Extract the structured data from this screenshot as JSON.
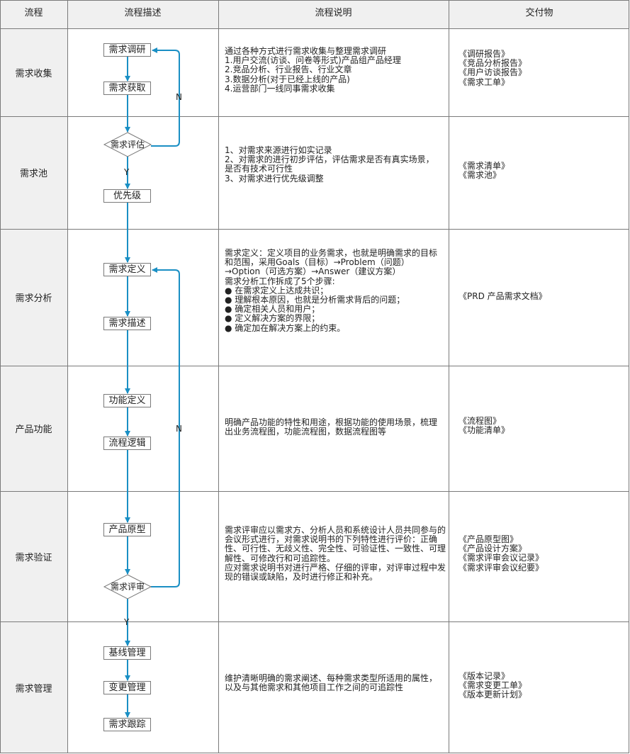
{
  "headers": {
    "col1": "流程",
    "col2": "流程描述",
    "col3": "流程说明",
    "col4": "交付物"
  },
  "stages": [
    {
      "name": "需求收集",
      "description": "通过各种方式进行需求收集与整理需求调研\n1.用户交流(访谈、问卷等形式)产品组产品经理\n2.竞品分析、行业报告、行业文章\n3.数据分析(对于已经上线的产品)\n4.运营部门一线同事需求收集",
      "deliverables": "《调研报告》\n《竞品分析报告》\n《用户访谈报告》\n《需求工单》"
    },
    {
      "name": "需求池",
      "description": "1、对需求来源进行如实记录\n2、对需求的进行初步评估，评估需求是否有真实场景，是否有技术可行性\n3、对需求进行优先级调整",
      "deliverables": "《需求清单》\n《需求池》"
    },
    {
      "name": "需求分析",
      "description": "需求定义：定义项目的业务需求，也就是明确需求的目标和范围，采用Goals（目标）→Problem（问题）→Option（可选方案）→Answer（建议方案）\n需求分析工作拆成了5个步骤:\n● 在需求定义上达成共识；\n● 理解根本原因，也就是分析需求背后的问题；\n● 确定相关人员和用户；\n● 定义解决方案的界限；\n● 确定加在解决方案上的约束。",
      "deliverables": "《PRD 产品需求文档》"
    },
    {
      "name": "产品功能",
      "description": "明确产品功能的特性和用途，根据功能的使用场景，梳理出业务流程图，功能流程图，数据流程图等",
      "deliverables": "《流程图》\n《功能清单》"
    },
    {
      "name": "需求验证",
      "description": "需求评审应以需求方、分析人员和系统设计人员共同参与的会议形式进行，对需求说明书的下列特性进行评价：正确性、可行性、无歧义性、完全性、可验证性、一致性、可理解性、可修改行和可追踪性。\n应对需求说明书对进行严格、仔细的评审，对评审过程中发现的错误或缺陷，及时进行修正和补充。",
      "deliverables": "《产品原型图》\n《产品设计方案》\n《需求评审会议记录》\n《需求评审会议纪要》"
    },
    {
      "name": "需求管理",
      "description": "维护清晰明确的需求阐述、每种需求类型所适用的属性，以及与其他需求和其他项目工作之间的可追踪性",
      "deliverables": "《版本记录》\n《需求变更工单》\n《版本更新计划》"
    }
  ],
  "flow": {
    "steps": {
      "research": "需求调研",
      "acquire": "需求获取",
      "evaluate": "需求评估",
      "priority": "优先级",
      "define": "需求定义",
      "describe": "需求描述",
      "func_define": "功能定义",
      "flow_logic": "流程逻辑",
      "prototype": "产品原型",
      "review": "需求评审",
      "baseline": "基线管理",
      "change": "变更管理",
      "tracking": "需求跟踪"
    },
    "labels": {
      "no1": "N",
      "yes1": "Y",
      "no2": "N",
      "yes2": "Y"
    }
  },
  "colors": {
    "arrow": "#1a8fc4",
    "grid": "#7a7a7a",
    "header_bg": "#f0f0f0",
    "stage_bg": "#f0f0f0"
  }
}
